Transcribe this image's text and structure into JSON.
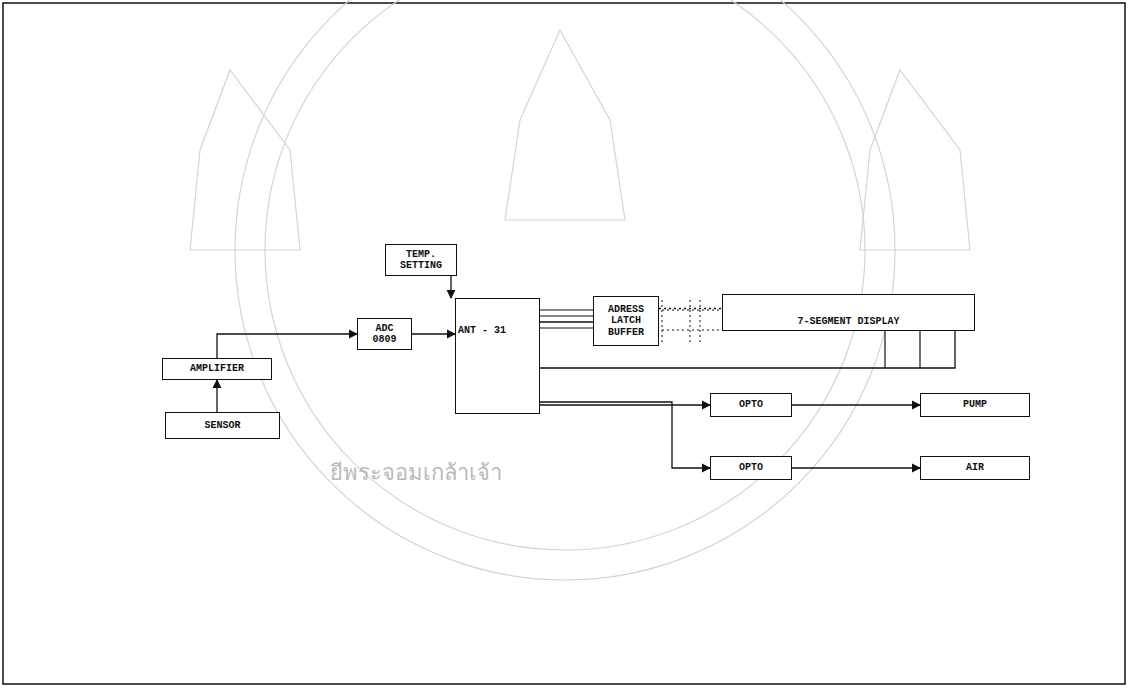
{
  "diagram": {
    "nodes": [
      {
        "text": [
          "TEMP. SETTING"
        ]
      },
      {
        "text": [
          "ANT - 31"
        ]
      },
      {
        "text": [
          "ADRESS LATCH BUFFER"
        ]
      },
      {
        "text": [
          "7-SEGMENT DISPLAY"
        ]
      },
      {
        "text": [
          "ADC 0809"
        ]
      },
      {
        "text": [
          "AMPLIFIER"
        ]
      },
      {
        "text": [
          "SENSOR"
        ]
      },
      {
        "text": [
          "OPTO"
        ]
      },
      {
        "text": [
          "PUMP"
        ]
      },
      {
        "text": [
          "OPTO"
        ]
      },
      {
        "text": [
          "AIR"
        ]
      }
    ],
    "edges": [
      {
        "from": 6,
        "to": 5,
        "arrow": "to"
      },
      {
        "from": 5,
        "to": 4,
        "arrow": "to"
      },
      {
        "from": 4,
        "to": 1,
        "arrow": "to"
      },
      {
        "from": 0,
        "to": 1,
        "arrow": "to"
      },
      {
        "from": 1,
        "to": 2,
        "arrow": "none"
      },
      {
        "from": 2,
        "to": 3,
        "arrow": "none"
      },
      {
        "from": 1,
        "to": 3,
        "arrow": "none"
      },
      {
        "from": 1,
        "to": 7,
        "arrow": "to"
      },
      {
        "from": 7,
        "to": 8,
        "arrow": "to"
      },
      {
        "from": 1,
        "to": 9,
        "arrow": "to"
      },
      {
        "from": 9,
        "to": 10,
        "arrow": "to"
      }
    ],
    "labels": [
      "ยีพระจอมเกล้าเจ้า"
    ]
  }
}
